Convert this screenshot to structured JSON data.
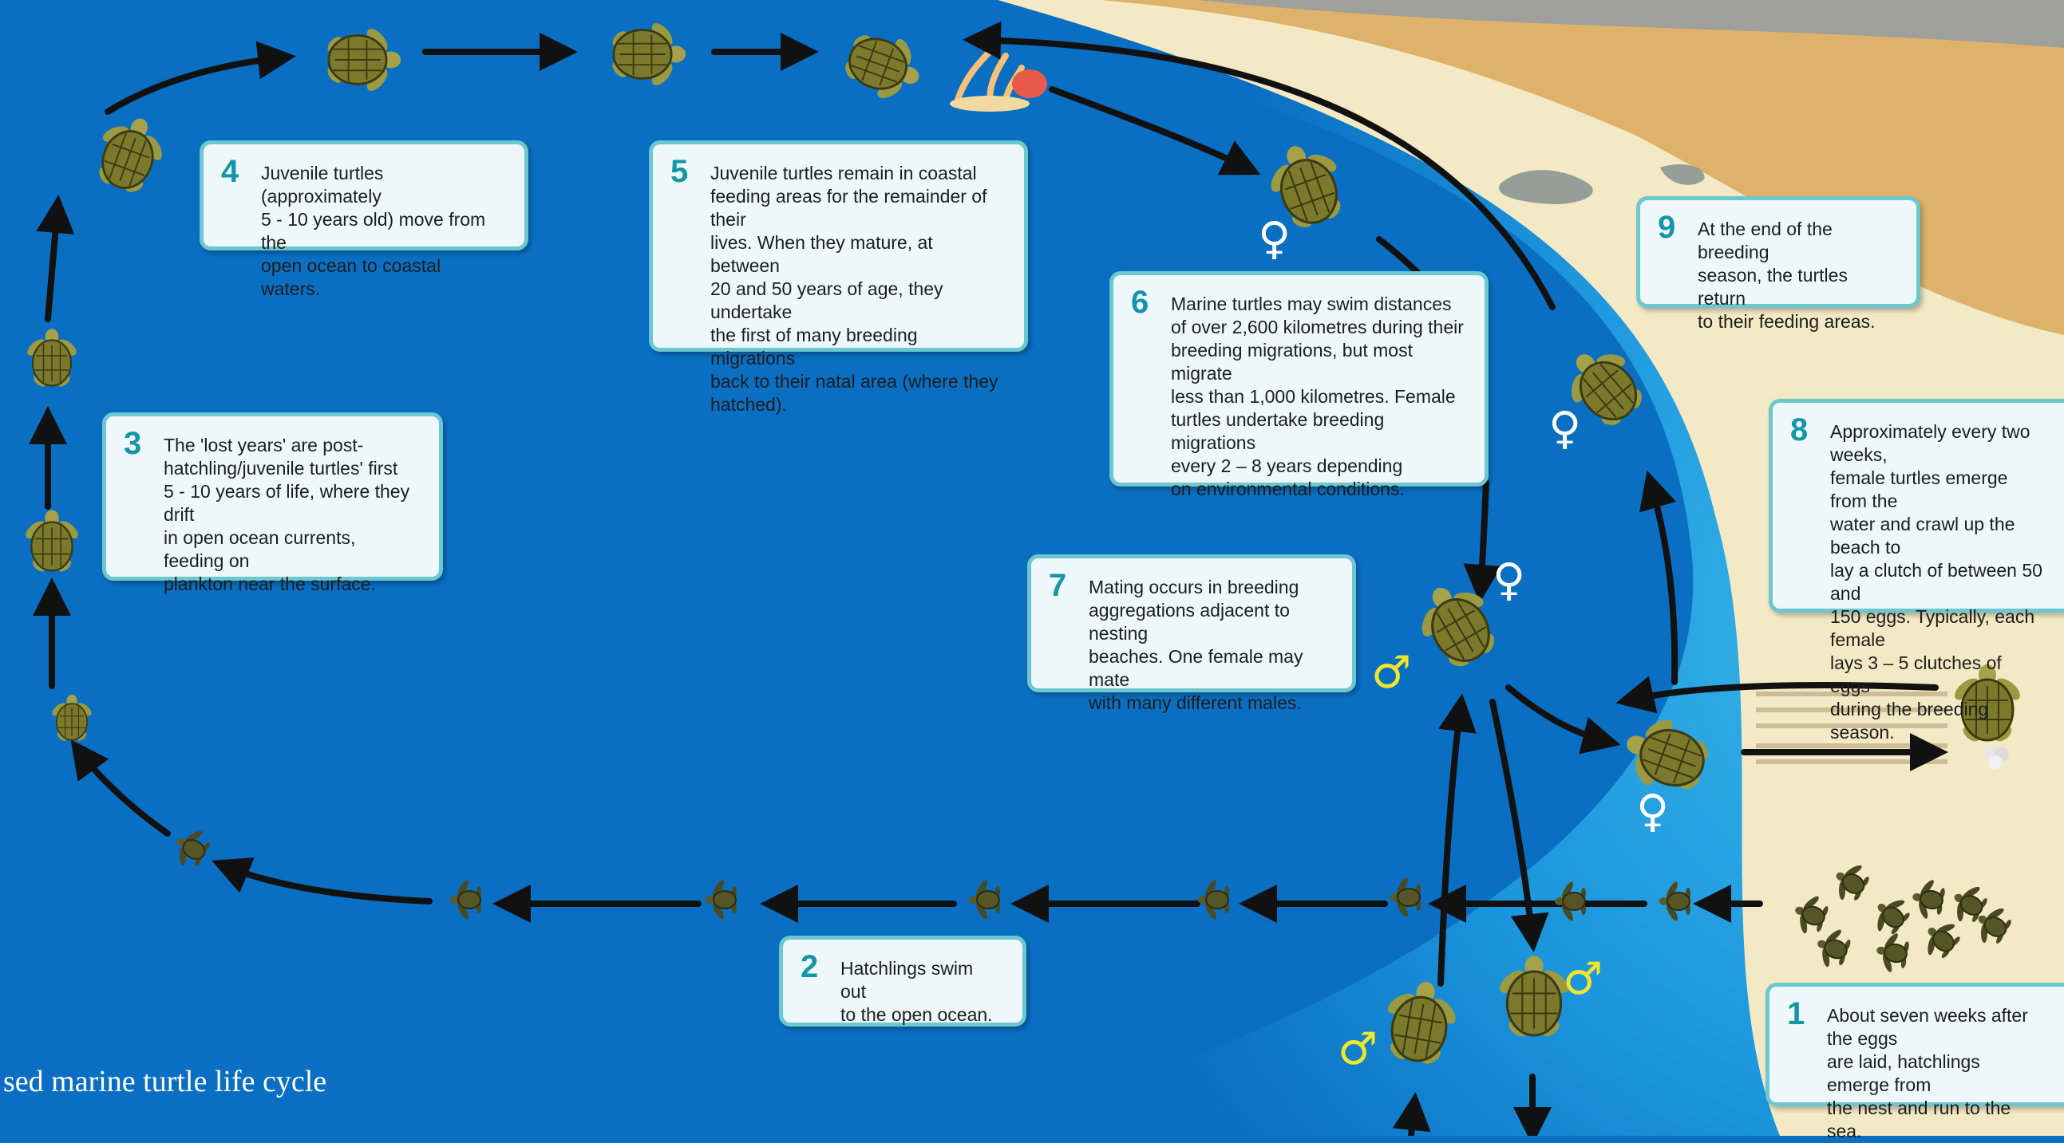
{
  "caption": "sed marine turtle life cycle",
  "colors": {
    "ocean": "#0a6fc2",
    "shallow": "#1f9ee0",
    "sand": "#f3e9c4",
    "box_border": "#6dc7cf",
    "number": "#1596a8",
    "female_symbol": "#ffffff",
    "male_symbol": "#f2e62a"
  },
  "steps": [
    {
      "num": "1",
      "text": "About seven weeks after the eggs\nare laid, hatchlings emerge from\nthe nest and run to the sea."
    },
    {
      "num": "2",
      "text": "Hatchlings swim out\nto the open ocean."
    },
    {
      "num": "3",
      "text": "The 'lost years' are post-\nhatchling/juvenile turtles' first\n5 - 10 years of life, where they drift\nin open ocean currents, feeding on\nplankton near the surface."
    },
    {
      "num": "4",
      "text": "Juvenile turtles (approximately\n5 - 10 years old) move from the\nopen ocean to coastal waters."
    },
    {
      "num": "5",
      "text": "Juvenile turtles remain in coastal\nfeeding areas for the remainder of their\nlives. When they mature, at between\n20 and 50 years of age, they undertake\nthe first of many breeding migrations\nback to their natal area (where they\nhatched)."
    },
    {
      "num": "6",
      "text": "Marine turtles may swim distances\nof over 2,600 kilometres during their\nbreeding migrations, but most migrate\nless than 1,000 kilometres. Female\nturtles undertake breeding migrations\nevery 2 – 8 years depending\non environmental conditions."
    },
    {
      "num": "7",
      "text": "Mating occurs in breeding\naggregations adjacent to nesting\nbeaches. One female may mate\nwith many different males."
    },
    {
      "num": "8",
      "text": "Approximately every two weeks,\nfemale turtles emerge from the\nwater and crawl up the beach to\nlay a clutch of between 50 and\n150 eggs. Typically, each female\nlays 3 – 5 clutches of eggs\nduring the breeding season."
    },
    {
      "num": "9",
      "text": "At the end of the breeding\nseason, the turtles return\nto their feeding areas."
    }
  ],
  "symbols": {
    "female": "♀",
    "male": "♂"
  },
  "icons": [
    "sea-turtle-icon",
    "hatchling-icon",
    "coral-icon",
    "egg-clutch-icon"
  ]
}
